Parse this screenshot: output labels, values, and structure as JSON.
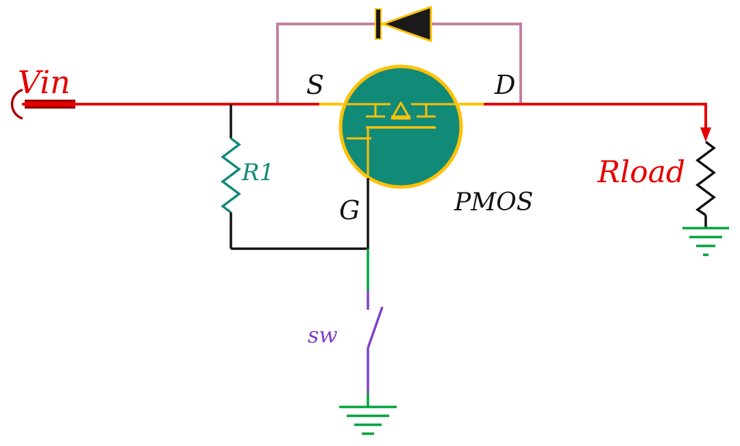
{
  "labels": {
    "vin": "Vin",
    "source": "S",
    "drain": "D",
    "gate": "G",
    "pmos": "PMOS",
    "r1": "R1",
    "switch": "sw",
    "rload": "Rload"
  },
  "colors": {
    "wire_red": "#e60000",
    "terminal_dark_red": "#8b0000",
    "mosfet_fill_teal": "#128a78",
    "mosfet_outline_orange": "#ffc107",
    "body_diode_loop_pink": "#c27f9f",
    "diode_fill_black": "#1a1a1a",
    "resistor_r1_teal": "#128a78",
    "resistor_rload_black": "#111111",
    "ground_green": "#00a33c",
    "switch_purple": "#8040c8",
    "wire_black": "#111111",
    "background": "#ffffff"
  }
}
